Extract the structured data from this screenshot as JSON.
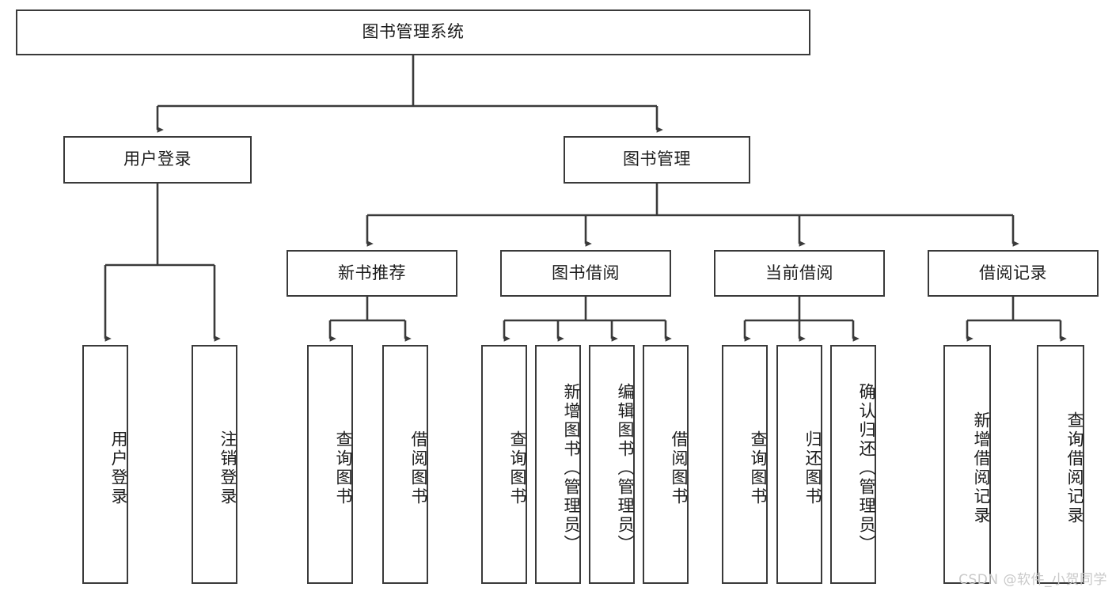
{
  "diagram": {
    "title": "图书管理系统",
    "type": "tree",
    "watermark": "CSDN @软件_小贺同学",
    "colors": {
      "box_border": "#3a3a3a",
      "box_fill": "#ffffff",
      "connector": "#3a3a3a",
      "text": "#1c1c1c",
      "watermark": "#c9c9c9"
    },
    "root": {
      "label": "图书管理系统"
    },
    "level2": [
      {
        "label": "用户登录"
      },
      {
        "label": "图书管理"
      }
    ],
    "level3": [
      {
        "label": "新书推荐"
      },
      {
        "label": "图书借阅"
      },
      {
        "label": "当前借阅"
      },
      {
        "label": "借阅记录"
      }
    ],
    "leaves": {
      "user_login": [
        {
          "label": "用户登录"
        },
        {
          "label": "注销登录"
        }
      ],
      "new_book": [
        {
          "label": "查询图书"
        },
        {
          "label": "借阅图书"
        }
      ],
      "book_borrow": [
        {
          "label": "查询图书"
        },
        {
          "label": "新增图书（管理员）"
        },
        {
          "label": "编辑图书（管理员）"
        },
        {
          "label": "借阅图书"
        }
      ],
      "current_borrow": [
        {
          "label": "查询图书"
        },
        {
          "label": "归还图书"
        },
        {
          "label": "确认归还（管理员）"
        }
      ],
      "borrow_record": [
        {
          "label": "新增借阅记录"
        },
        {
          "label": "查询借阅记录"
        }
      ]
    }
  }
}
